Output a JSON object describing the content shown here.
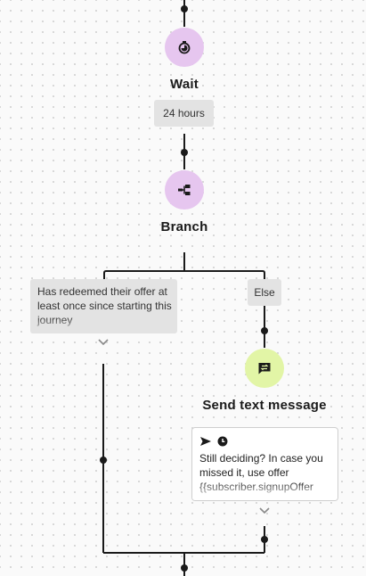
{
  "wait_node": {
    "title": "Wait",
    "duration": "24 hours",
    "icon": "stopwatch-icon",
    "color": "#e6c6ef"
  },
  "branch_node": {
    "title": "Branch",
    "icon": "branch-icon",
    "color": "#e6c6ef"
  },
  "branch_left": {
    "condition": "Has redeemed their offer at least once since starting this journey"
  },
  "branch_right": {
    "label": "Else"
  },
  "sms_node": {
    "title": "Send text message",
    "icon": "chat-message-icon",
    "color": "#e2f5a6",
    "card_icons": [
      "send-icon",
      "clock-icon"
    ],
    "message_preview": "Still deciding? In case you missed it, use offer {{subscriber.signupOffer"
  }
}
